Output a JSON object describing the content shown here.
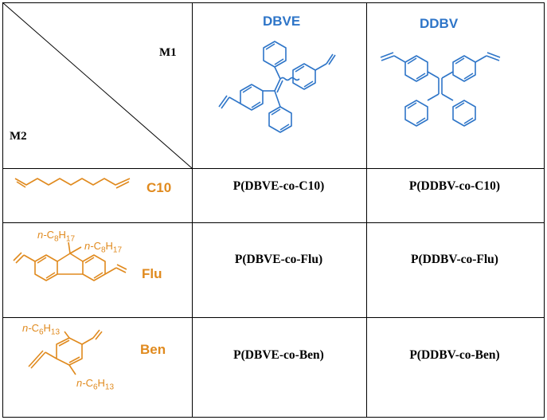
{
  "header": {
    "m1_label": "M1",
    "m2_label": "M2"
  },
  "monomers_m1": [
    {
      "name": "DBVE",
      "color": "#2e75c8"
    },
    {
      "name": "DDBV",
      "color": "#2e75c8"
    }
  ],
  "monomers_m2": [
    {
      "name": "C10",
      "color": "#e08a1e"
    },
    {
      "name": "Flu",
      "color": "#e08a1e",
      "substituent_a": "n-C8H17",
      "substituent_b": "n-C8H17"
    },
    {
      "name": "Ben",
      "color": "#e08a1e",
      "substituent_a": "n-C6H13",
      "substituent_b": "n-C6H13"
    }
  ],
  "products": [
    [
      "P(DBVE-co-C10)",
      "P(DDBV-co-C10)"
    ],
    [
      "P(DBVE-co-Flu)",
      "P(DDBV-co-Flu)"
    ],
    [
      "P(DBVE-co-Ben)",
      "P(DDBV-co-Ben)"
    ]
  ]
}
